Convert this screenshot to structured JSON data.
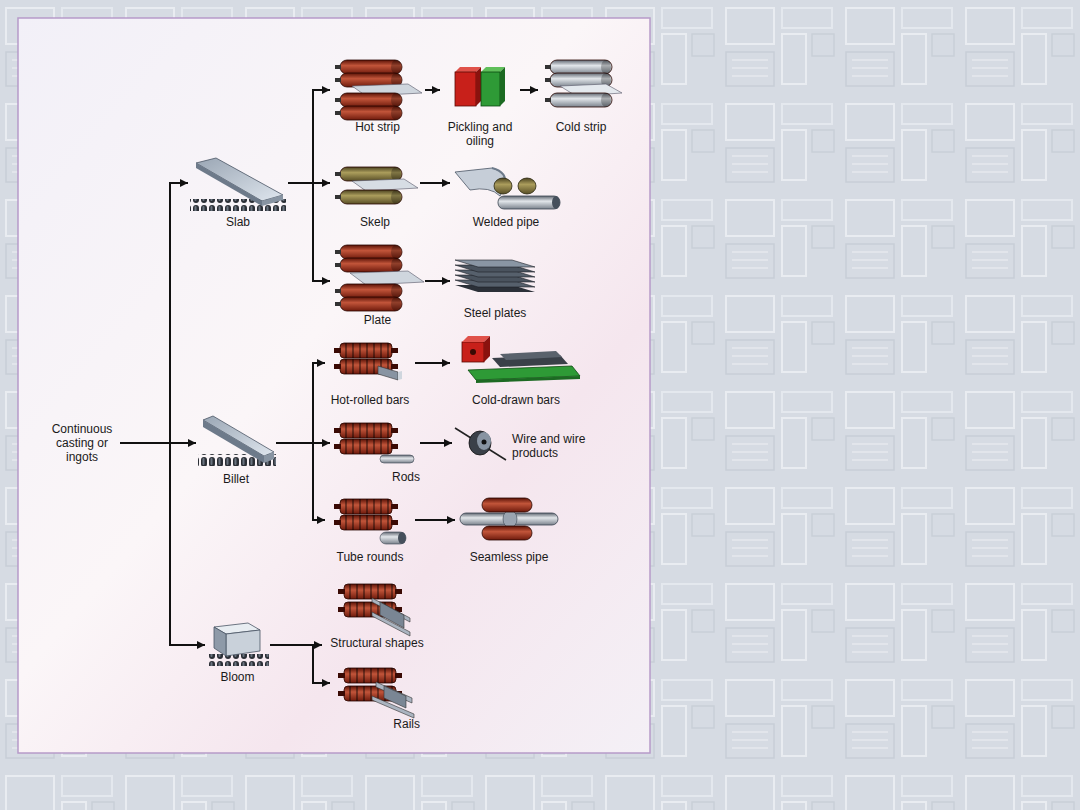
{
  "diagram": {
    "nodes": [
      {
        "text": [
          "Continuous casting or ingots"
        ]
      },
      {
        "text": [
          "Slab"
        ]
      },
      {
        "text": [
          "Hot strip"
        ]
      },
      {
        "text": [
          "Pickling and oiling"
        ]
      },
      {
        "text": [
          "Cold strip"
        ]
      },
      {
        "text": [
          "Skelp"
        ]
      },
      {
        "text": [
          "Welded pipe"
        ]
      },
      {
        "text": [
          "Plate"
        ]
      },
      {
        "text": [
          "Steel plates"
        ]
      },
      {
        "text": [
          "Billet"
        ]
      },
      {
        "text": [
          "Hot-rolled bars"
        ]
      },
      {
        "text": [
          "Cold-drawn bars"
        ]
      },
      {
        "text": [
          "Rods"
        ]
      },
      {
        "text": [
          "Wire and wire products"
        ]
      },
      {
        "text": [
          "Tube rounds"
        ]
      },
      {
        "text": [
          "Seamless pipe"
        ]
      },
      {
        "text": [
          "Bloom"
        ]
      },
      {
        "text": [
          "Structural shapes"
        ]
      },
      {
        "text": [
          "Rails"
        ]
      }
    ],
    "edges": [
      {
        "from": 0,
        "to": 1,
        "arrow": "to"
      },
      {
        "from": 0,
        "to": 9,
        "arrow": "to"
      },
      {
        "from": 0,
        "to": 16,
        "arrow": "to"
      },
      {
        "from": 1,
        "to": 2,
        "arrow": "to"
      },
      {
        "from": 1,
        "to": 5,
        "arrow": "to"
      },
      {
        "from": 1,
        "to": 7,
        "arrow": "to"
      },
      {
        "from": 2,
        "to": 3,
        "arrow": "to"
      },
      {
        "from": 3,
        "to": 4,
        "arrow": "to"
      },
      {
        "from": 5,
        "to": 6,
        "arrow": "to"
      },
      {
        "from": 7,
        "to": 8,
        "arrow": "to"
      },
      {
        "from": 9,
        "to": 10,
        "arrow": "to"
      },
      {
        "from": 9,
        "to": 12,
        "arrow": "to"
      },
      {
        "from": 9,
        "to": 14,
        "arrow": "to"
      },
      {
        "from": 10,
        "to": 11,
        "arrow": "to"
      },
      {
        "from": 12,
        "to": 13,
        "arrow": "to"
      },
      {
        "from": 14,
        "to": 15,
        "arrow": "to"
      },
      {
        "from": 16,
        "to": 17,
        "arrow": "to"
      },
      {
        "from": 16,
        "to": 18,
        "arrow": "to"
      }
    ]
  }
}
